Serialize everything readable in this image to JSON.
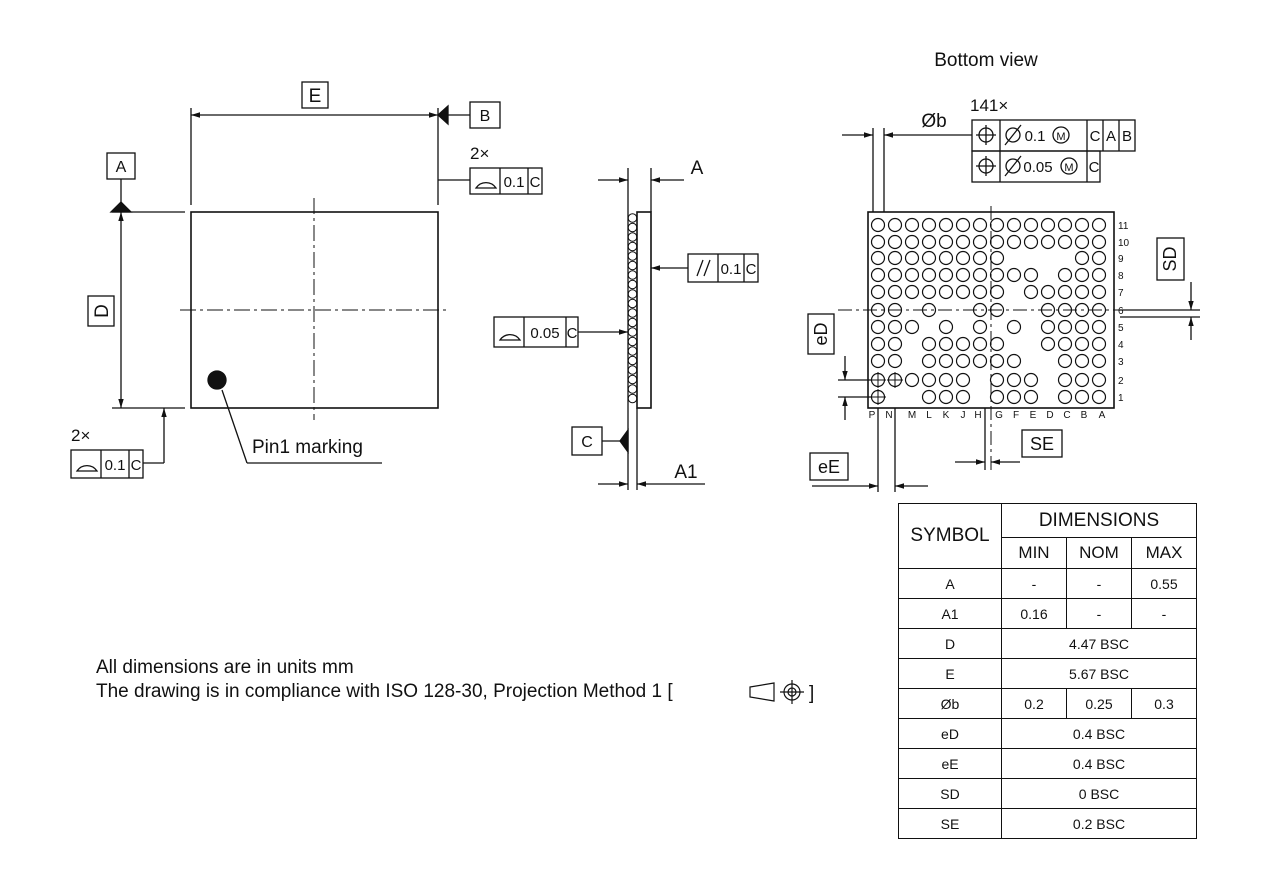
{
  "labels": {
    "bottom_view": "Bottom view",
    "pin1": "Pin1 marking",
    "E": "E",
    "D": "D",
    "A": "A",
    "B": "B",
    "C": "C",
    "A_dim": "A",
    "A1": "A1",
    "phi_b": "Øb",
    "eD": "eD",
    "eE": "eE",
    "SD": "SD",
    "SE": "SE",
    "count": "141×",
    "two_x": "2×"
  },
  "tolerances": {
    "flat_top": "0.1",
    "flat_bottom": "0.1",
    "parallel": "0.1",
    "flat_side": "0.05",
    "pos_1_value": "0.1",
    "pos_2_value": "0.05",
    "ref_C": "C",
    "ref_A": "A",
    "ref_B": "B",
    "mmc": "M"
  },
  "ball_grid": {
    "rows": [
      "11",
      "10",
      "9",
      "8",
      "7",
      "6",
      "5",
      "4",
      "3",
      "2",
      "1"
    ],
    "columns": [
      "P",
      "N",
      "",
      "M",
      "L",
      "K",
      "J",
      "H",
      "",
      "G",
      "F",
      "E",
      "D",
      "C",
      "B",
      "A"
    ]
  },
  "notes": {
    "line1": "All dimensions are in units mm",
    "line2": "The drawing is in compliance with ISO 128-30, Projection Method 1 ["
  },
  "table": {
    "header_symbol": "SYMBOL",
    "header_dimensions": "DIMENSIONS",
    "sub_min": "MIN",
    "sub_nom": "NOM",
    "sub_max": "MAX",
    "rows": [
      {
        "sym": "A",
        "min": "-",
        "nom": "-",
        "max": "0.55"
      },
      {
        "sym": "A1",
        "min": "0.16",
        "nom": "-",
        "max": "-"
      },
      {
        "sym": "D",
        "span": "4.47 BSC"
      },
      {
        "sym": "E",
        "span": "5.67 BSC"
      },
      {
        "sym": "Øb",
        "min": "0.2",
        "nom": "0.25",
        "max": "0.3"
      },
      {
        "sym": "eD",
        "span": "0.4 BSC"
      },
      {
        "sym": "eE",
        "span": "0.4 BSC"
      },
      {
        "sym": "SD",
        "span": "0 BSC"
      },
      {
        "sym": "SE",
        "span": "0.2 BSC"
      }
    ]
  }
}
